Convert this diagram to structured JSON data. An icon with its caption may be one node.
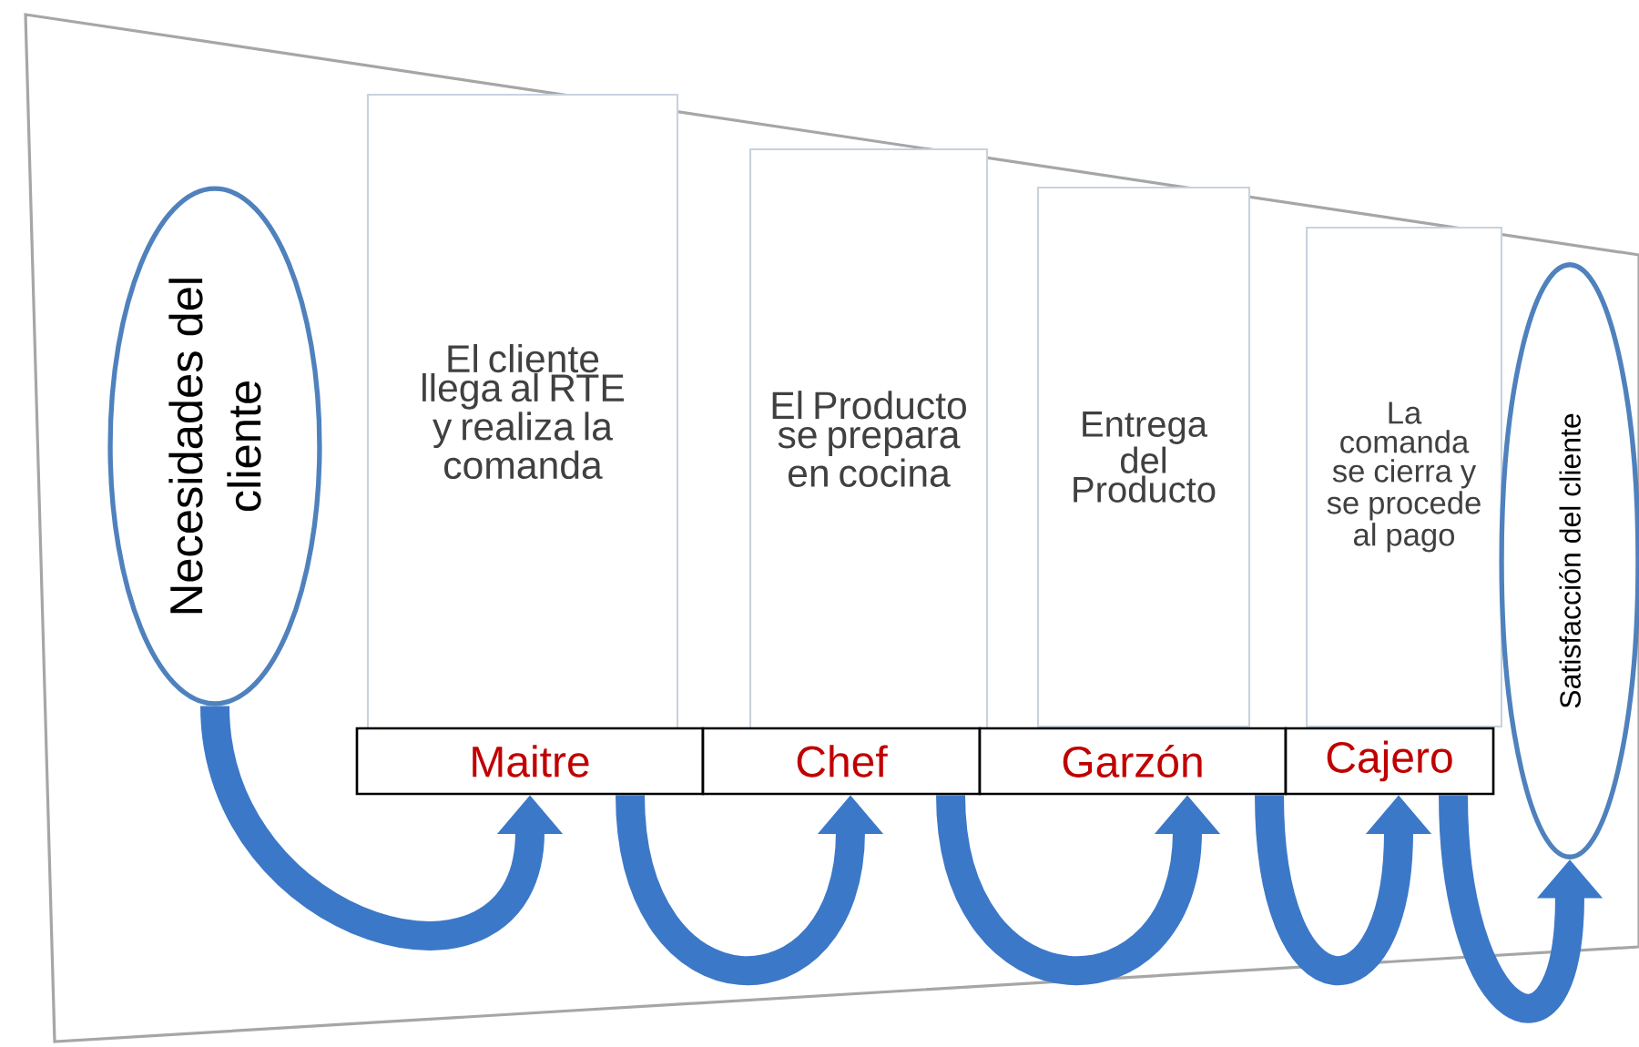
{
  "diagram": {
    "nodes": [
      {
        "text": [
          "Necesidades del cliente"
        ]
      },
      {
        "text": [
          "El cliente llega al RTE y realiza la comanda"
        ]
      },
      {
        "text": [
          "El Producto se prepara en cocina"
        ]
      },
      {
        "text": [
          "Entrega del Producto"
        ]
      },
      {
        "text": [
          "La comanda se cierra y se procede al pago"
        ]
      },
      {
        "text": [
          "Satisfacción del cliente"
        ]
      },
      {
        "text": [
          "Maitre"
        ]
      },
      {
        "text": [
          "Chef"
        ]
      },
      {
        "text": [
          "Garzón"
        ]
      },
      {
        "text": [
          "Cajero"
        ]
      }
    ],
    "edges": [
      {
        "from": 0,
        "to": 6,
        "arrow": "to"
      },
      {
        "from": 6,
        "to": 7,
        "arrow": "to"
      },
      {
        "from": 7,
        "to": 8,
        "arrow": "to"
      },
      {
        "from": 8,
        "to": 9,
        "arrow": "to"
      },
      {
        "from": 9,
        "to": 5,
        "arrow": "to"
      }
    ]
  }
}
